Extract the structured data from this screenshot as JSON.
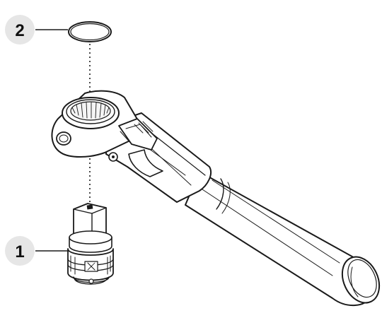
{
  "callouts": [
    {
      "number": "2",
      "part": "o-ring"
    },
    {
      "number": "1",
      "part": "socket-adapter"
    }
  ],
  "colors": {
    "line": "#1a1a1a",
    "fill": "#ffffff",
    "badge": "#e6e6e6",
    "shade": "#d9d9d9"
  }
}
